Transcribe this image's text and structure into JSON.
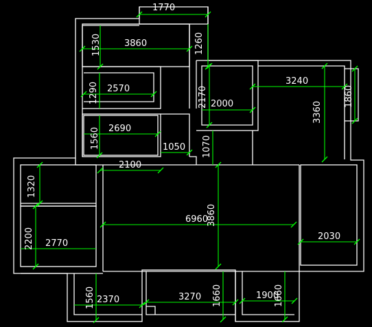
{
  "dimensions": [
    {
      "id": "d1770",
      "label": "1770"
    },
    {
      "id": "d1530",
      "label": "1530"
    },
    {
      "id": "d3860a",
      "label": "3860"
    },
    {
      "id": "d1260",
      "label": "1260"
    },
    {
      "id": "d1290",
      "label": "1290"
    },
    {
      "id": "d2570",
      "label": "2570"
    },
    {
      "id": "d2170",
      "label": "2170"
    },
    {
      "id": "d2000",
      "label": "2000"
    },
    {
      "id": "d3240",
      "label": "3240"
    },
    {
      "id": "d3360",
      "label": "3360"
    },
    {
      "id": "d1860a",
      "label": "1860"
    },
    {
      "id": "d2690",
      "label": "2690"
    },
    {
      "id": "d1560a",
      "label": "1560"
    },
    {
      "id": "d1050",
      "label": "1050"
    },
    {
      "id": "d1070",
      "label": "1070"
    },
    {
      "id": "d2100",
      "label": "2100"
    },
    {
      "id": "d1320",
      "label": "1320"
    },
    {
      "id": "d6960",
      "label": "6960"
    },
    {
      "id": "d3860b",
      "label": "3860"
    },
    {
      "id": "d2200",
      "label": "2200"
    },
    {
      "id": "d2770",
      "label": "2770"
    },
    {
      "id": "d2030",
      "label": "2030"
    },
    {
      "id": "d1560b",
      "label": "1560"
    },
    {
      "id": "d2370",
      "label": "2370"
    },
    {
      "id": "d3270",
      "label": "3270"
    },
    {
      "id": "d1660a",
      "label": "1660"
    },
    {
      "id": "d1900",
      "label": "1900"
    },
    {
      "id": "d1660b",
      "label": "1660"
    }
  ]
}
